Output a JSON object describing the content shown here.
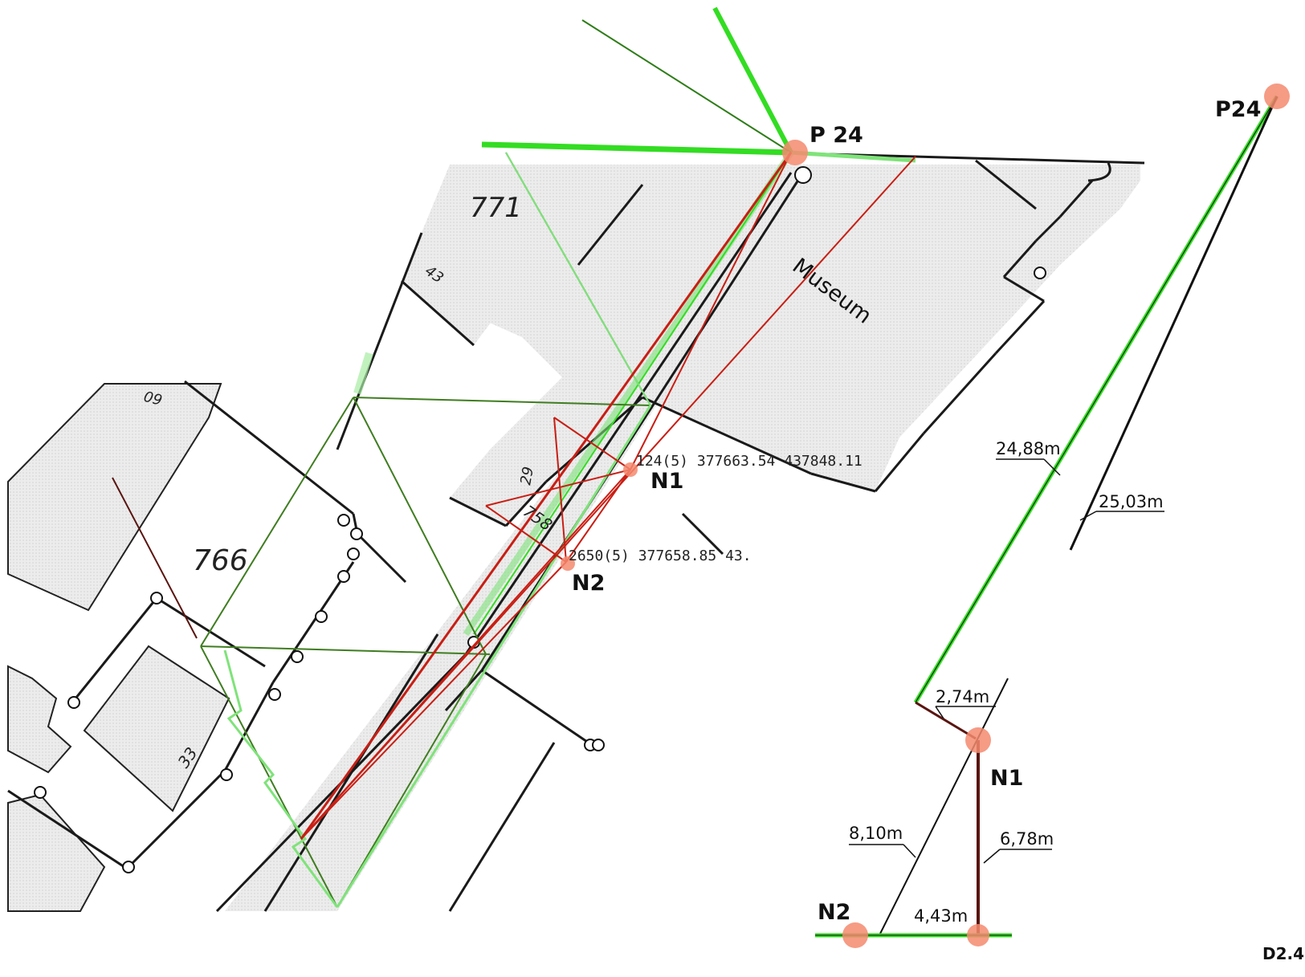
{
  "map": {
    "sheet_id": "D2.4",
    "points": {
      "p24_main": "P 24",
      "n1_main": "N1",
      "n2_main": "N2",
      "p24_side": "P24",
      "n1_side": "N1",
      "n2_side": "N2"
    },
    "parcels": {
      "p771": "771",
      "p766": "766",
      "p758": "758",
      "p33": "33",
      "p29": "29",
      "p43": "43",
      "p60": "60"
    },
    "building_label": "Museum",
    "coordinates": {
      "n1_record": "124(5) 377663.54 437848.11",
      "n2_record": "2650(5) 377658.85 43."
    },
    "distances": {
      "p24_to_n1_green": "24,88m",
      "p24_to_n1_black": "25,03m",
      "offset": "2,74m",
      "n2_to_n1": "8,10m",
      "n1_to_base": "6,78m",
      "base": "4,43m"
    },
    "colors": {
      "marker": "#f48a6e",
      "green_line": "#33dd22",
      "dark_green": "#3f7d20",
      "red_line": "#c81e14",
      "building_fill": "#e9e9e9"
    }
  }
}
